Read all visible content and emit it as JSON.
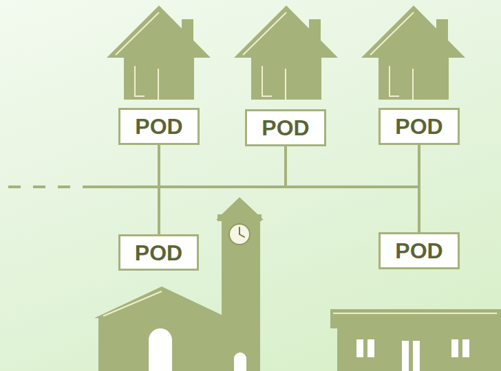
{
  "diagram": {
    "nodes": [
      {
        "text": [
          "POD"
        ]
      },
      {
        "text": [
          "POD"
        ]
      },
      {
        "text": [
          "POD"
        ]
      },
      {
        "text": [
          "POD"
        ]
      },
      {
        "text": [
          "POD"
        ]
      }
    ],
    "edges": [
      {
        "from": 0,
        "to": 1,
        "arrow": "none"
      },
      {
        "from": 1,
        "to": 2,
        "arrow": "none"
      },
      {
        "from": 0,
        "to": 3,
        "arrow": "none"
      },
      {
        "from": 2,
        "to": 4,
        "arrow": "none"
      }
    ]
  }
}
